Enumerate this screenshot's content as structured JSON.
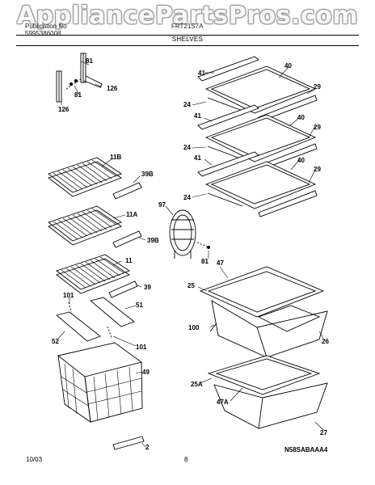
{
  "watermark": "AppliancePartsPros.com",
  "header": {
    "left_line1": "Publication No",
    "left_line2": "5995386008",
    "right_line1": "FRT21S7A",
    "section_title": "SHELVES"
  },
  "footer": {
    "date": "10/03",
    "page": "8",
    "code": "N58SABAAA4"
  },
  "callouts": [
    "126",
    "81",
    "126",
    "41",
    "40",
    "29",
    "24",
    "41",
    "40",
    "29",
    "24",
    "41",
    "40",
    "29",
    "24",
    "11B",
    "39B",
    "11A",
    "39B",
    "97",
    "81",
    "11",
    "39",
    "101",
    "51",
    "52",
    "101",
    "49",
    "2",
    "47",
    "25",
    "100",
    "26",
    "25A",
    "47A",
    "27"
  ]
}
